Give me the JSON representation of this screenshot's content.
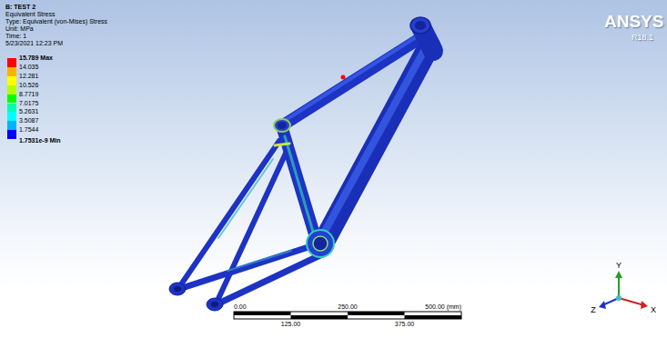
{
  "diagram": {
    "title": "B: TEST 2",
    "labels": [
      "Equivalent Stress",
      "Type: Equivalent (von-Mises) Stress",
      "Unit: MPa",
      "Time: 1",
      "5/23/2021 12:23 PM",
      "1.7531e-9 Min",
      "ANSYS",
      "R18.1",
      "0.00",
      "250.00",
      "500.00 (mm)",
      "125.00",
      "375.00",
      "Y",
      "Z",
      "X"
    ],
    "legend": [
      {
        "text": "15.789 Max",
        "color": "#ff0000"
      },
      {
        "text": "14.035",
        "color": "#ffb200"
      },
      {
        "text": "12.281",
        "color": "#ffff00"
      },
      {
        "text": "10.526",
        "color": "#b2ff00"
      },
      {
        "text": "8.7719",
        "color": "#00ff00"
      },
      {
        "text": "7.0175",
        "color": "#00ffb2"
      },
      {
        "text": "5.2631",
        "color": "#00ffff"
      },
      {
        "text": "3.5087",
        "color": "#00b2ff"
      },
      {
        "text": "1.7544",
        "color": "#0000ff"
      }
    ]
  }
}
